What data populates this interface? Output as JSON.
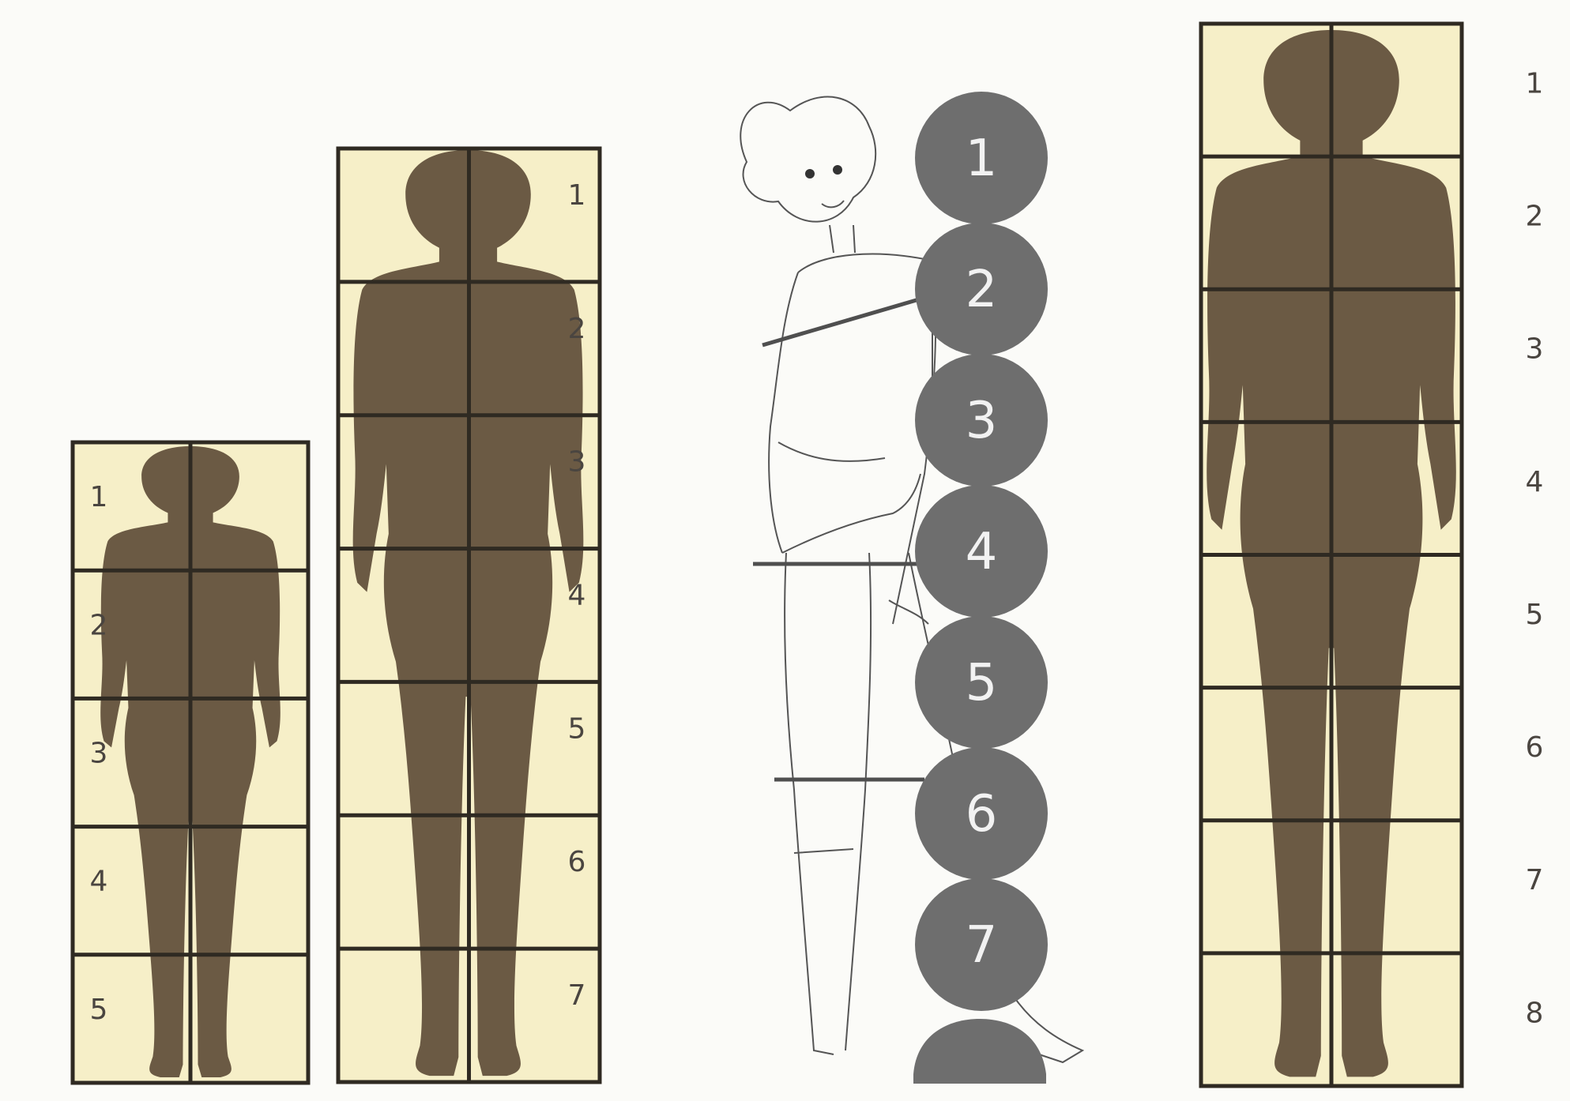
{
  "panels": [
    {
      "id": "child",
      "heads": 5,
      "labels": [
        "1",
        "2",
        "3",
        "4",
        "5"
      ]
    },
    {
      "id": "teen",
      "heads": 7,
      "labels": [
        "1",
        "2",
        "3",
        "4",
        "5",
        "6",
        "7"
      ]
    },
    {
      "id": "anime-figure",
      "heads": 8,
      "labels": [
        "1",
        "2",
        "3",
        "4",
        "5",
        "6",
        "7"
      ]
    },
    {
      "id": "adult",
      "heads": 8,
      "labels": [
        "1",
        "2",
        "3",
        "4",
        "5",
        "6",
        "7",
        "8"
      ]
    }
  ],
  "colors": {
    "grid_background": "#f6efc8",
    "grid_line": "#2f2a22",
    "silhouette": "#6b5a44",
    "head_bubble": "#6e6e6e",
    "label": "#4a4540"
  },
  "icons": {
    "silhouette": "human-silhouette-icon",
    "sketch": "anime-girl-sketch-icon"
  }
}
